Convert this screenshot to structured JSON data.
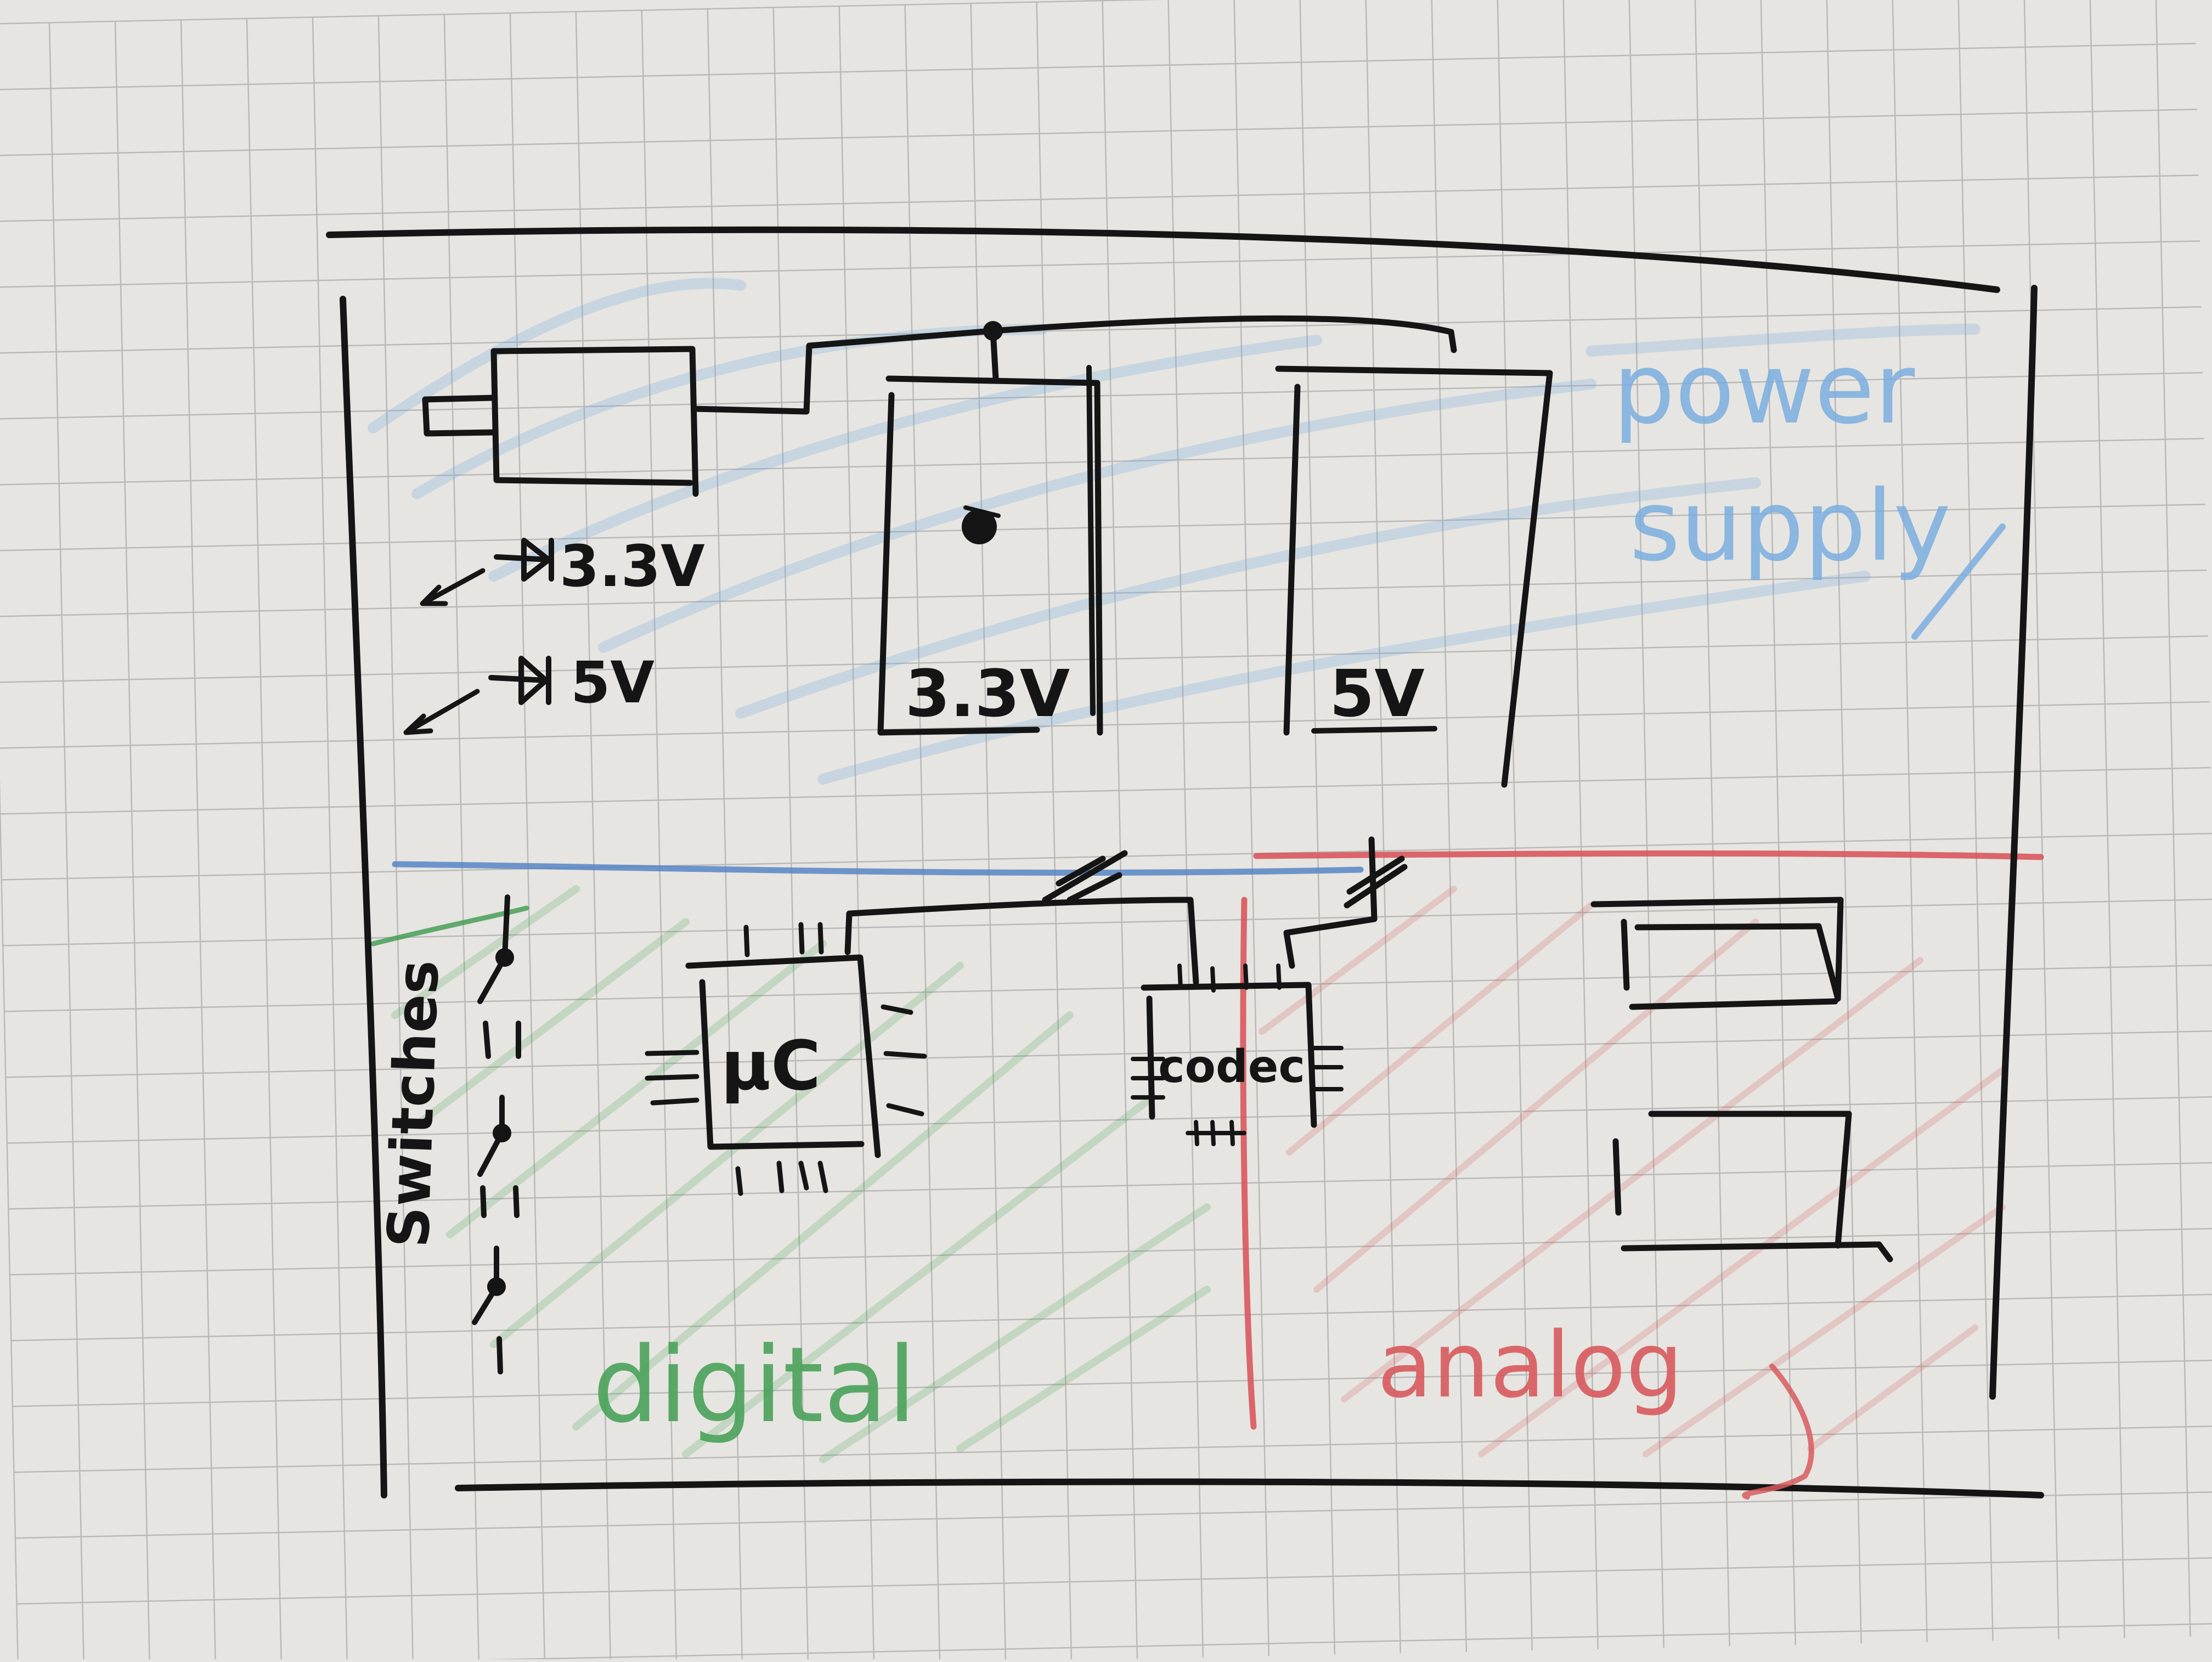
{
  "title": "",
  "regions": {
    "power_supply": {
      "label_line1": "power",
      "label_line2": "supply",
      "color": "#7aaee0"
    },
    "digital": {
      "label": "digital",
      "color": "#4aa25a"
    },
    "analog": {
      "label": "analog",
      "color": "#d85a5e"
    }
  },
  "components": {
    "regulator_33": {
      "label": "3.3V"
    },
    "regulator_5": {
      "label": "5V"
    },
    "led_33": {
      "label": "3.3V"
    },
    "led_5": {
      "label": "5V"
    },
    "microcontroller": {
      "label": "µC"
    },
    "codec": {
      "label": "codec"
    },
    "switches": {
      "label": "Switches"
    }
  },
  "colors": {
    "paper": "#e6e5e1",
    "grid": "#b9b9b9",
    "ink": "#151515",
    "blue_pencil": "#7aaee0",
    "green_pencil": "#4aa25a",
    "red_pencil": "#d85a5e"
  }
}
